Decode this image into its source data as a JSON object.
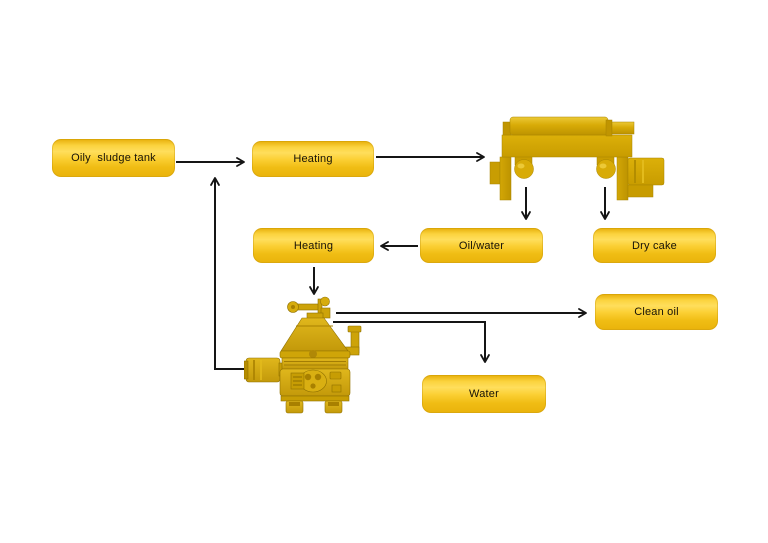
{
  "diagram": {
    "type": "process-flow",
    "background": "#ffffff",
    "nodes": {
      "oily_sludge_tank": {
        "label": "Oily  sludge tank"
      },
      "heating_top": {
        "label": "Heating"
      },
      "heating_mid": {
        "label": "Heating"
      },
      "oil_water": {
        "label": "Oil/water"
      },
      "dry_cake": {
        "label": "Dry cake"
      },
      "clean_oil": {
        "label": "Clean oil"
      },
      "water": {
        "label": "Water"
      }
    },
    "machines": {
      "decanter": {
        "name": "decanter-centrifuge"
      },
      "separator": {
        "name": "disc-stack-separator"
      }
    },
    "connections": [
      {
        "from": "oily_sludge_tank",
        "to": "heating_top"
      },
      {
        "from": "heating_top",
        "to": "decanter"
      },
      {
        "from": "decanter",
        "to": "oil_water"
      },
      {
        "from": "decanter",
        "to": "dry_cake"
      },
      {
        "from": "oil_water",
        "to": "heating_mid"
      },
      {
        "from": "heating_mid",
        "to": "separator"
      },
      {
        "from": "separator",
        "to": "clean_oil"
      },
      {
        "from": "separator",
        "to": "water"
      },
      {
        "from": "separator",
        "to": "oily_sludge_feed_line_recycle"
      }
    ],
    "colors": {
      "node_gradient_top": "#eab411",
      "node_gradient_light": "#ffde5c",
      "node_gradient_bottom": "#eab40c",
      "machine_gold": "#d2a70b",
      "machine_shadow": "#bd9300",
      "connector": "#151515"
    }
  }
}
